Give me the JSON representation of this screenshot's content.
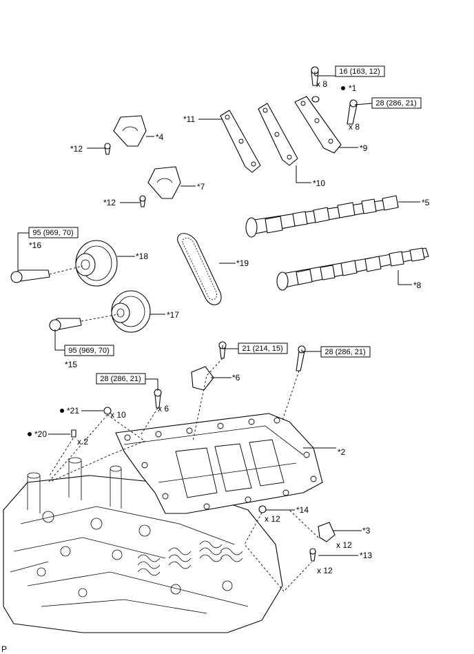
{
  "corner_mark": "P",
  "callouts": [
    {
      "id": "c1",
      "text": "*1"
    },
    {
      "id": "c2",
      "text": "*2"
    },
    {
      "id": "c3",
      "text": "*3"
    },
    {
      "id": "c4",
      "text": "*4"
    },
    {
      "id": "c5",
      "text": "*5"
    },
    {
      "id": "c6",
      "text": "*6"
    },
    {
      "id": "c7",
      "text": "*7"
    },
    {
      "id": "c8",
      "text": "*8"
    },
    {
      "id": "c9",
      "text": "*9"
    },
    {
      "id": "c10",
      "text": "*10"
    },
    {
      "id": "c11",
      "text": "*11"
    },
    {
      "id": "c12a",
      "text": "*12"
    },
    {
      "id": "c12b",
      "text": "*12"
    },
    {
      "id": "c13",
      "text": "*13"
    },
    {
      "id": "c14",
      "text": "*14"
    },
    {
      "id": "c15",
      "text": "*15"
    },
    {
      "id": "c16",
      "text": "*16"
    },
    {
      "id": "c17",
      "text": "*17"
    },
    {
      "id": "c18",
      "text": "*18"
    },
    {
      "id": "c19",
      "text": "*19"
    },
    {
      "id": "c20",
      "text": "*20"
    },
    {
      "id": "c21",
      "text": "*21"
    }
  ],
  "quantities": [
    {
      "id": "q1",
      "text": "x 8"
    },
    {
      "id": "q2",
      "text": "x 8"
    },
    {
      "id": "q3",
      "text": "x 10"
    },
    {
      "id": "q4",
      "text": "x 2"
    },
    {
      "id": "q5",
      "text": "x 6"
    },
    {
      "id": "q6",
      "text": "x 12"
    },
    {
      "id": "q7",
      "text": "x 12"
    },
    {
      "id": "q8",
      "text": "x 12"
    }
  ],
  "torque_specs": [
    {
      "id": "t1",
      "text": "16 (163, 12)"
    },
    {
      "id": "t2",
      "text": "28 (286, 21)"
    },
    {
      "id": "t3",
      "text": "95 (969, 70)"
    },
    {
      "id": "t4",
      "text": "95 (969, 70)"
    },
    {
      "id": "t5",
      "text": "21 (214, 15)"
    },
    {
      "id": "t6",
      "text": "28 (286, 21)"
    },
    {
      "id": "t7",
      "text": "28 (286, 21)"
    }
  ],
  "legend_marks": [
    {
      "id": "m1",
      "symbol": "dot",
      "for": "*1"
    },
    {
      "id": "m2",
      "symbol": "dot",
      "for": "*21"
    },
    {
      "id": "m3",
      "symbol": "dot",
      "for": "*20"
    }
  ]
}
